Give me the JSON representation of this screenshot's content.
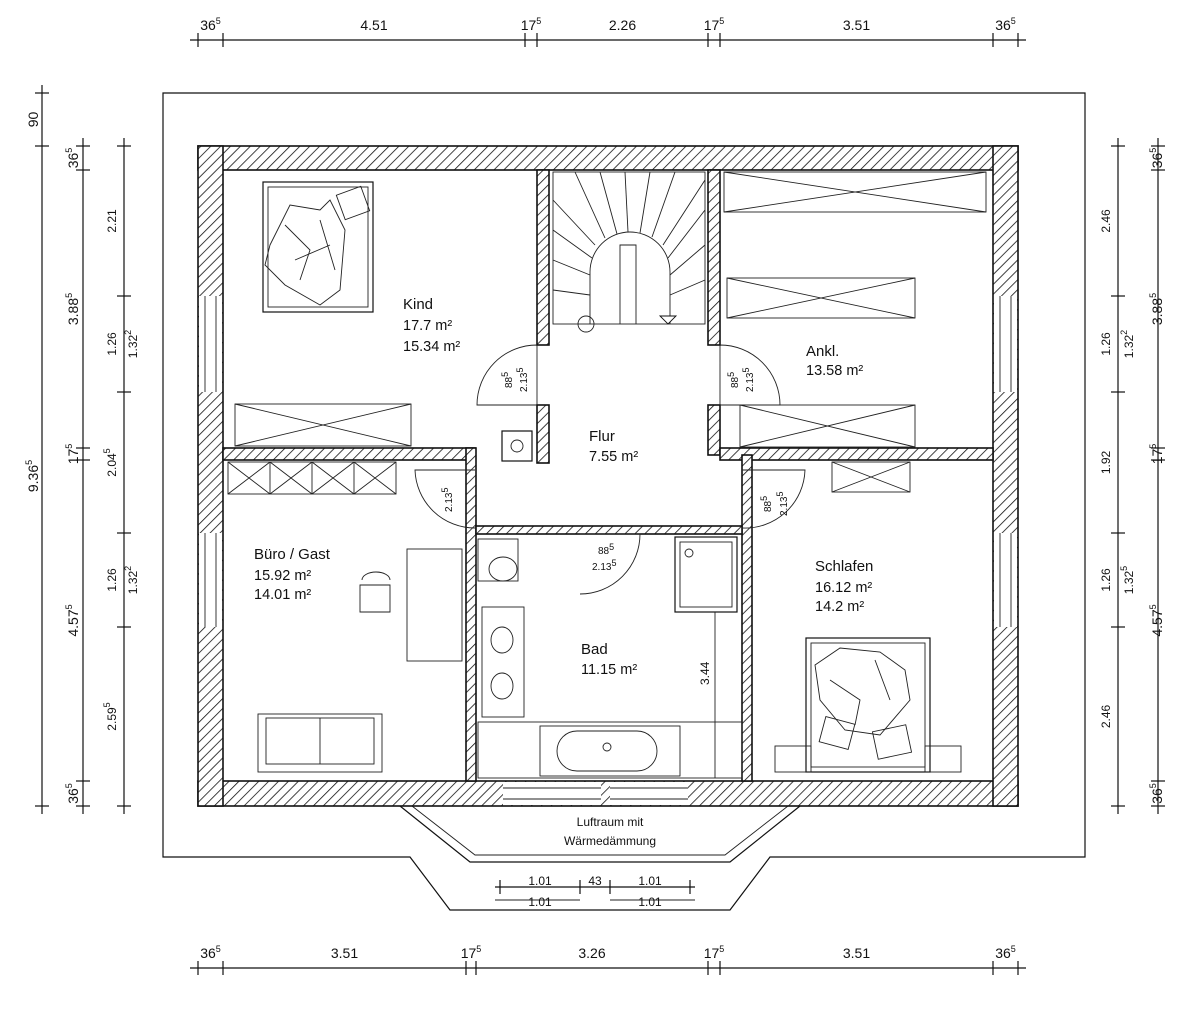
{
  "rooms": [
    {
      "id": "kind",
      "name": "Kind",
      "area1": "17.7 m²",
      "area2": "15.34 m²"
    },
    {
      "id": "flur",
      "name": "Flur",
      "area1": "7.55 m²"
    },
    {
      "id": "ankl",
      "name": "Ankl.",
      "area1": "13.58 m²"
    },
    {
      "id": "buero",
      "name": "Büro / Gast",
      "area1": "15.92 m²",
      "area2": "14.01 m²"
    },
    {
      "id": "bad",
      "name": "Bad",
      "area1": "11.15 m²"
    },
    {
      "id": "schlafen",
      "name": "Schlafen",
      "area1": "16.12 m²",
      "area2": "14.2 m²"
    }
  ],
  "luftraum": {
    "line1": "Luftraum mit",
    "line2": "Wärmedämmung"
  },
  "dims": {
    "top": [
      {
        "b": "36",
        "s": "5"
      },
      {
        "b": "4.51",
        "s": ""
      },
      {
        "b": "17",
        "s": "5"
      },
      {
        "b": "2.26",
        "s": ""
      },
      {
        "b": "17",
        "s": "5"
      },
      {
        "b": "3.51",
        "s": ""
      },
      {
        "b": "36",
        "s": "5"
      }
    ],
    "bottom": [
      {
        "b": "36",
        "s": "5"
      },
      {
        "b": "3.51",
        "s": ""
      },
      {
        "b": "17",
        "s": "5"
      },
      {
        "b": "3.26",
        "s": ""
      },
      {
        "b": "17",
        "s": "5"
      },
      {
        "b": "3.51",
        "s": ""
      },
      {
        "b": "36",
        "s": "5"
      }
    ],
    "left_outer": [
      {
        "b": "90",
        "s": ""
      },
      {
        "b": "9.36",
        "s": "5"
      }
    ],
    "left_mid": [
      {
        "b": "36",
        "s": "5"
      },
      {
        "b": "3.88",
        "s": "5"
      },
      {
        "b": "17",
        "s": "5"
      },
      {
        "b": "4.57",
        "s": "5"
      },
      {
        "b": "36",
        "s": "5"
      }
    ],
    "left_inner": [
      {
        "b": "2.21",
        "s": ""
      },
      {
        "b": "1.26",
        "s": ""
      },
      {
        "b": "2.04",
        "s": "5"
      },
      {
        "b": "1.26",
        "s": ""
      },
      {
        "b": "2.59",
        "s": "5"
      }
    ],
    "left_sill": [
      {
        "b": "1.32",
        "s": "2"
      },
      {
        "b": "1.32",
        "s": "2"
      }
    ],
    "right_inner": [
      {
        "b": "2.46",
        "s": ""
      },
      {
        "b": "1.26",
        "s": ""
      },
      {
        "b": "1.92",
        "s": ""
      },
      {
        "b": "1.26",
        "s": ""
      },
      {
        "b": "2.46",
        "s": ""
      }
    ],
    "right_sill": [
      {
        "b": "1.32",
        "s": "2"
      },
      {
        "b": "1.32",
        "s": "5"
      }
    ],
    "right_outer": [
      {
        "b": "36",
        "s": "5"
      },
      {
        "b": "3.88",
        "s": "5"
      },
      {
        "b": "17",
        "s": "5"
      },
      {
        "b": "4.57",
        "s": "5"
      },
      {
        "b": "36",
        "s": "5"
      }
    ],
    "bay_upper": [
      "1.01",
      "43",
      "1.01"
    ],
    "bay_lower": [
      "1.01",
      "1.01"
    ],
    "doors": [
      {
        "w": "88",
        "ws": "5",
        "h": "2.13",
        "hs": "5"
      },
      {
        "w": "88",
        "ws": "5",
        "h": "2.13",
        "hs": "5"
      },
      {
        "w": "",
        "ws": "",
        "h": "2.13",
        "hs": "5"
      },
      {
        "w": "88",
        "ws": "5",
        "h": "2.13",
        "hs": "5"
      },
      {
        "w": "88",
        "ws": "5",
        "h": "2.13",
        "hs": "5"
      }
    ],
    "bad_wall": "3.44"
  }
}
